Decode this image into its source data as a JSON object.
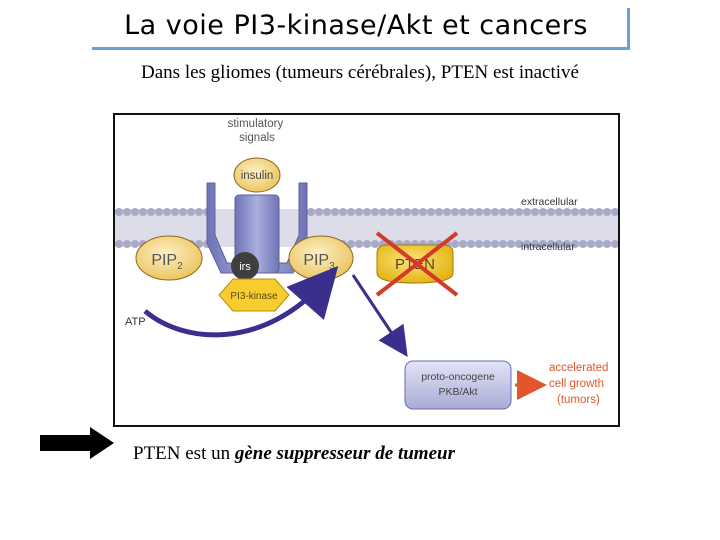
{
  "header": {
    "title": "La voie PI3-kinase/Akt et cancers",
    "subtitle": "Dans les gliomes (tumeurs cérébrales), PTEN est inactivé"
  },
  "diagram": {
    "stimulatory_signals": [
      "stimulatory",
      "signals"
    ],
    "insulin": "insulin",
    "extracellular": "extracellular",
    "intracellular": "intracellular",
    "pip2": {
      "base": "PIP",
      "sub": "2"
    },
    "pip3": {
      "base": "PIP",
      "sub": "3"
    },
    "irs": "irs",
    "pi3_kinase": "PI3-kinase",
    "pten": "PTEN",
    "atp": "ATP",
    "proto_oncogene": [
      "proto-oncogene",
      "PKB/Akt"
    ],
    "outcome": [
      "accelerated",
      "cell growth",
      "(tumors)"
    ]
  },
  "footer": {
    "text_plain": "PTEN est un ",
    "text_emph": "gène suppresseur de tumeur"
  },
  "colors": {
    "title_border": "#6a9fd8",
    "receptor": "#8a8fc8",
    "pip_fill": "#f3d27a",
    "pten_fill": "#f0c21d",
    "kinase_fill": "#f7cc2e",
    "arrow": "#3b2f8e",
    "cross": "#d23a2a",
    "outcome_text": "#e2562d"
  }
}
